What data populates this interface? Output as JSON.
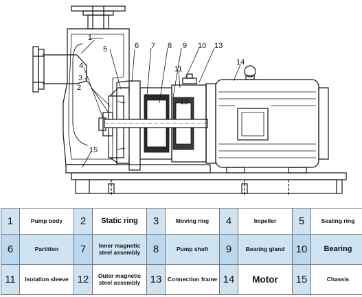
{
  "diagram_labels": [
    {
      "id": "c1",
      "text": "1"
    },
    {
      "id": "c2",
      "text": "2"
    },
    {
      "id": "c3",
      "text": "3"
    },
    {
      "id": "c4",
      "text": "4"
    },
    {
      "id": "c5",
      "text": "5"
    },
    {
      "id": "c6",
      "text": "6"
    },
    {
      "id": "c7",
      "text": "7"
    },
    {
      "id": "c8",
      "text": "8"
    },
    {
      "id": "c9",
      "text": "9"
    },
    {
      "id": "c10",
      "text": "10"
    },
    {
      "id": "c11",
      "text": "11"
    },
    {
      "id": "c12",
      "text": "12"
    },
    {
      "id": "c13",
      "text": "13"
    },
    {
      "id": "c14",
      "text": "14"
    },
    {
      "id": "c15",
      "text": "15"
    }
  ],
  "legend": [
    [
      {
        "num": "1",
        "label": "Pump body"
      },
      {
        "num": "2",
        "label": "Static ring"
      },
      {
        "num": "3",
        "label": "Moving ring"
      },
      {
        "num": "4",
        "label": "Impeller"
      },
      {
        "num": "5",
        "label": "Sealing ring"
      }
    ],
    [
      {
        "num": "6",
        "label": "Partition"
      },
      {
        "num": "7",
        "label": "Inner magnetic steel assembly"
      },
      {
        "num": "8",
        "label": "Pump shaft"
      },
      {
        "num": "9",
        "label": "Bearing gland"
      },
      {
        "num": "10",
        "label": "Bearing"
      }
    ],
    [
      {
        "num": "11",
        "label": "Isolation sleeve"
      },
      {
        "num": "12",
        "label": "Outer magnetic steel assembly"
      },
      {
        "num": "13",
        "label": "Connection frame"
      },
      {
        "num": "14",
        "label": "Motor"
      },
      {
        "num": "15",
        "label": "Chassis"
      }
    ]
  ]
}
